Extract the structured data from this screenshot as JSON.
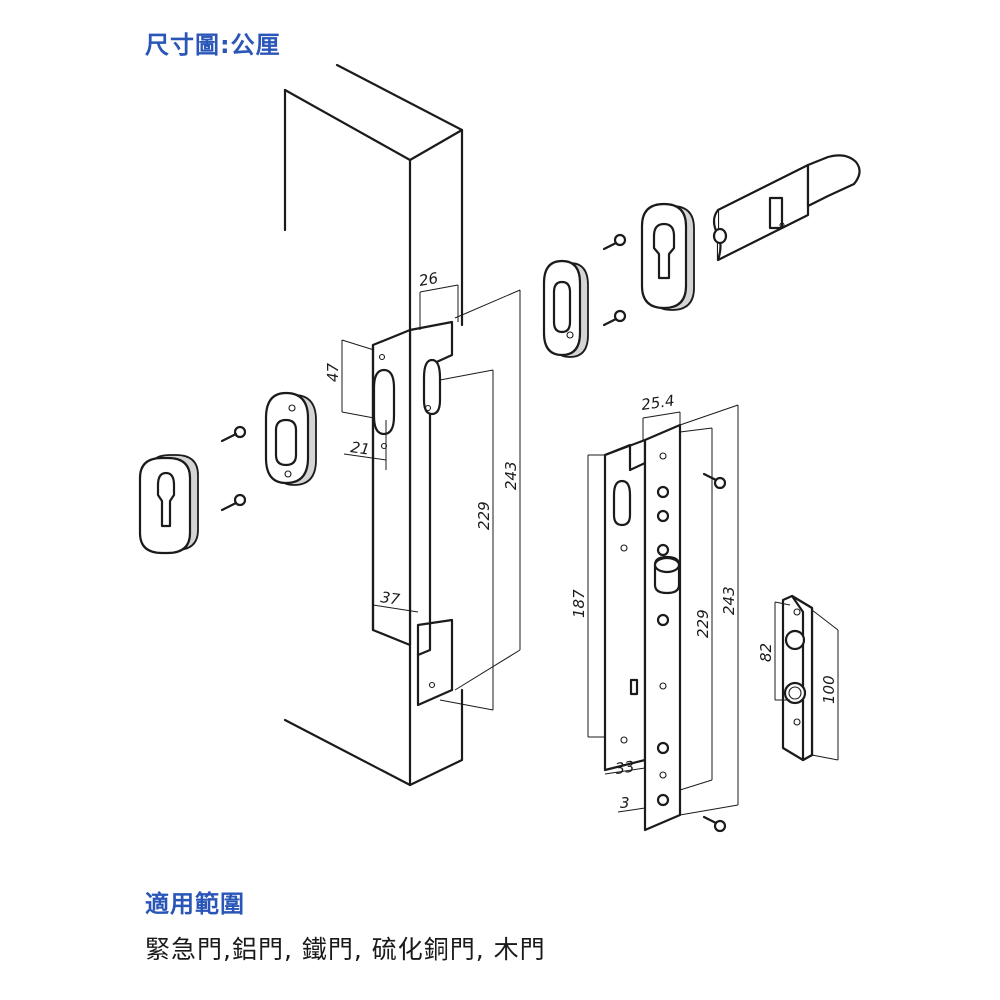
{
  "header": {
    "title": "尺寸圖:公厘"
  },
  "dimensions": {
    "strike_cut_width": "26",
    "cylinder_hole_height": "47",
    "hole_offset": "21",
    "strike_total_height": "243",
    "strike_inner_height": "229",
    "bottom_cut_width": "37",
    "faceplate_width": "25.4",
    "body_height": "187",
    "lock_inner_height": "229",
    "lock_total_height": "243",
    "body_depth": "33",
    "faceplate_thickness": "3",
    "keeper_inner_height": "82",
    "keeper_total_height": "100"
  },
  "applicability": {
    "heading": "適用範圍",
    "doors": "緊急門,鋁門, 鐵門, 硫化銅門, 木門"
  },
  "colors": {
    "heading_blue": "#2a56b8",
    "text": "#1a1a1a",
    "line": "#1b1b1b"
  }
}
